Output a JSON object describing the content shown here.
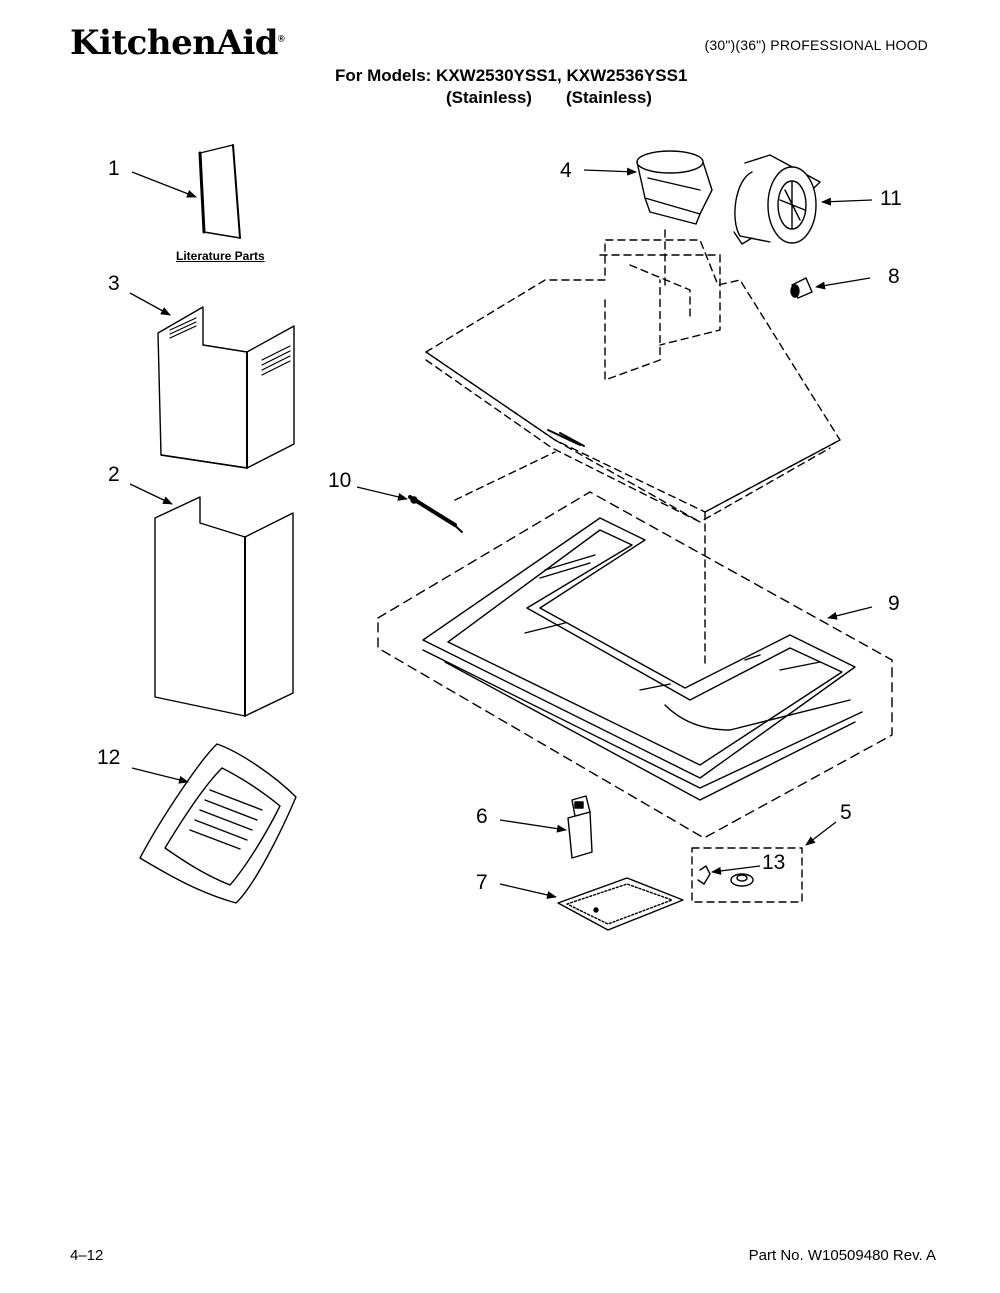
{
  "header": {
    "brand": "KitchenAid",
    "brand_mark": "®",
    "product": "(30\")(36\") PROFESSIONAL HOOD",
    "models_line": "For Models: KXW2530YSS1, KXW2536YSS1",
    "finish_1": "(Stainless)",
    "finish_2": "(Stainless)"
  },
  "labels": {
    "literature_parts": "Literature Parts"
  },
  "callouts": {
    "c1": "1",
    "c2": "2",
    "c3": "3",
    "c4": "4",
    "c5": "5",
    "c6": "6",
    "c7": "7",
    "c8": "8",
    "c9": "9",
    "c10": "10",
    "c11": "11",
    "c12": "12",
    "c13": "13"
  },
  "footer": {
    "page": "4–12",
    "part_number": "Part No. W10509480 Rev. A"
  }
}
